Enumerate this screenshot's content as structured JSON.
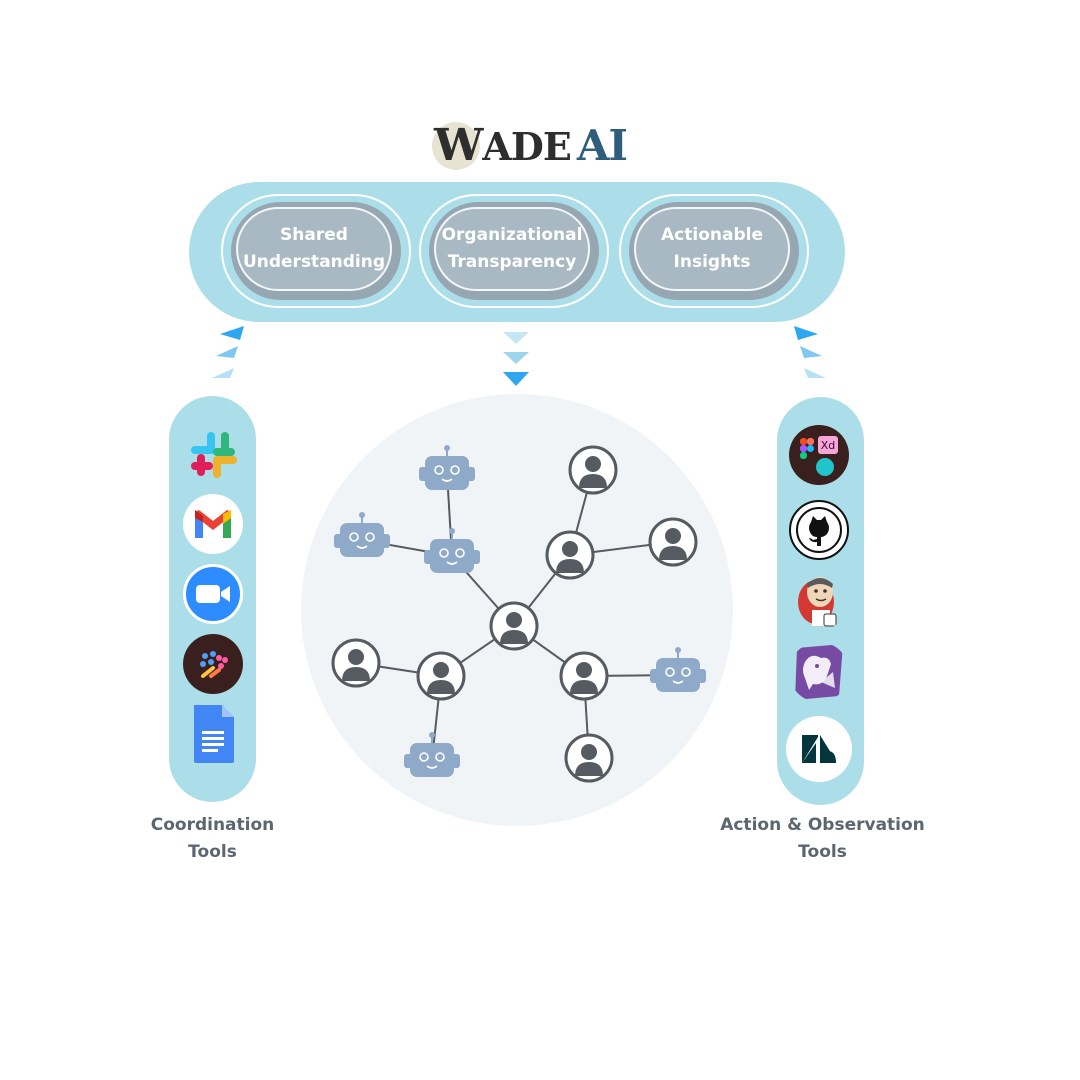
{
  "logo": {
    "first_letter": "W",
    "word_rest": "ADE",
    "accent": "AI"
  },
  "pillars": [
    {
      "line1": "Shared",
      "line2": "Understanding"
    },
    {
      "line1": "Organizational",
      "line2": "Transparency"
    },
    {
      "line1": "Actionable",
      "line2": "Insights"
    }
  ],
  "coordination_tools": {
    "label_line1": "Coordination",
    "label_line2": "Tools",
    "icons": [
      "slack-icon",
      "gmail-icon",
      "zoom-icon",
      "clickup-icon",
      "google-docs-icon"
    ]
  },
  "action_tools": {
    "label_line1": "Action & Observation",
    "label_line2": "Tools",
    "icons": [
      "design-tools-icon",
      "github-icon",
      "jenkins-icon",
      "datadog-icon",
      "zendesk-icon"
    ]
  },
  "network": {
    "nodes": [
      "person",
      "person",
      "person",
      "person",
      "person",
      "person",
      "person",
      "person",
      "bot",
      "bot",
      "bot",
      "bot",
      "bot"
    ]
  },
  "colors": {
    "banner": "#acdeea",
    "pill": "#a9b9c3",
    "node_stroke": "#555b60",
    "bot": "#8eaac8",
    "arrow": "#2ea6f0",
    "label_text": "#5c6670"
  }
}
